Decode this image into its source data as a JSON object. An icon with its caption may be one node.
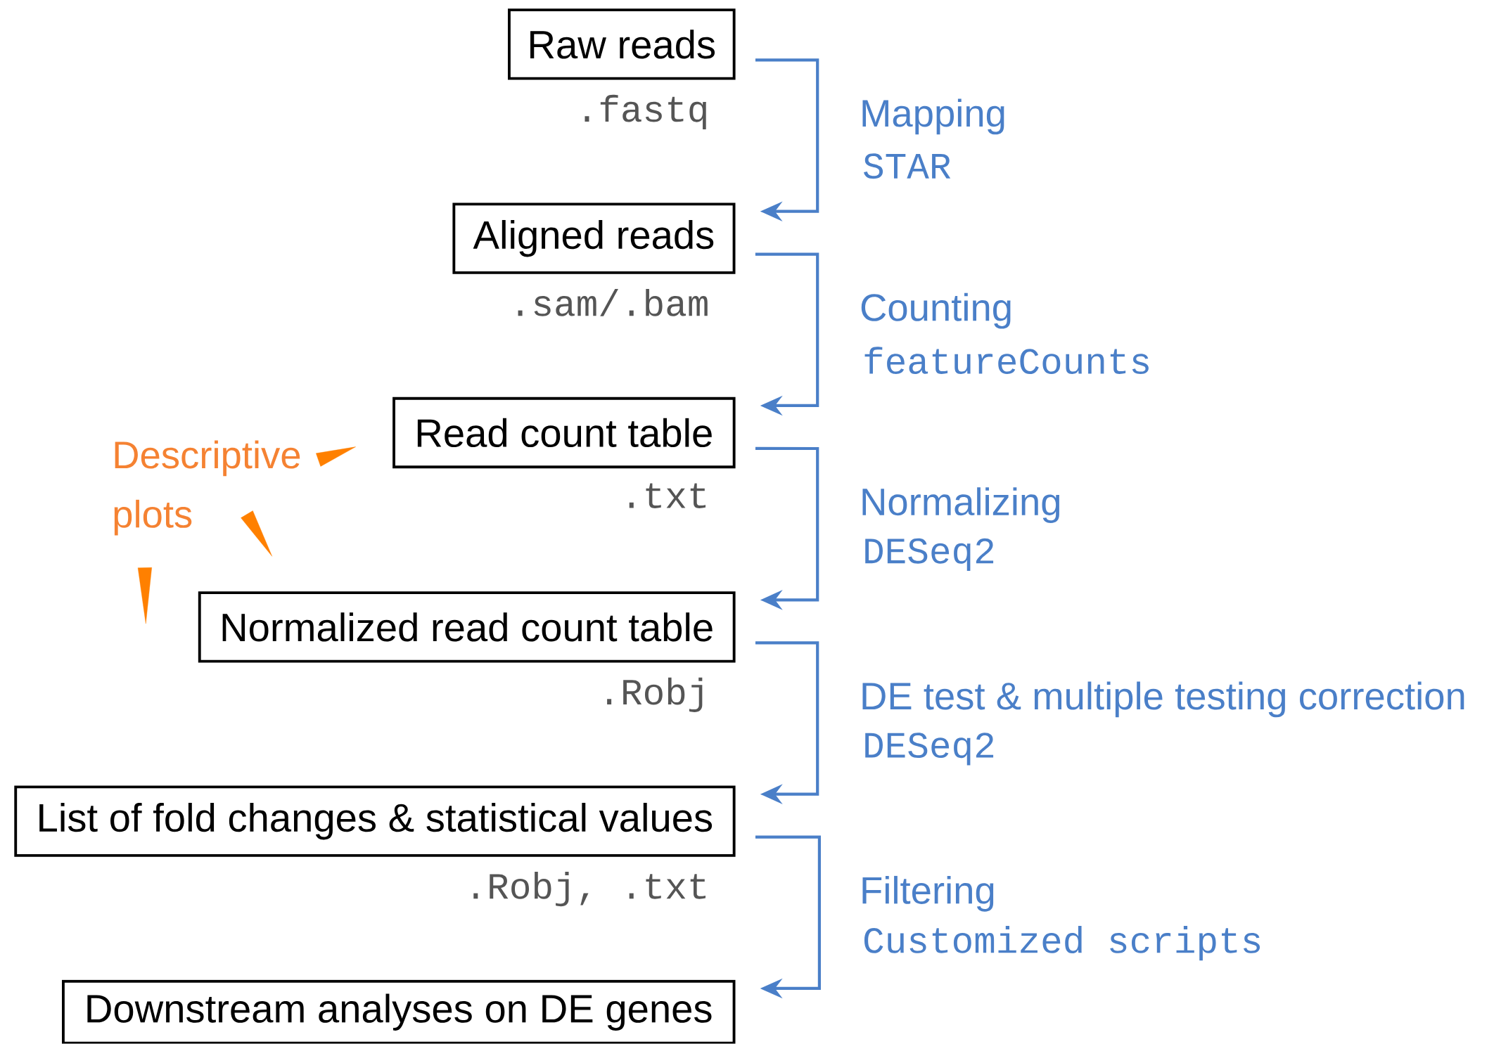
{
  "diagram": {
    "nodes": [
      {
        "text": [
          "Raw reads"
        ],
        "beside": [
          ".fastq"
        ]
      },
      {
        "text": [
          "Aligned reads"
        ],
        "beside": [
          ".sam/.bam"
        ]
      },
      {
        "text": [
          "Read count table"
        ],
        "beside": [
          ".txt"
        ]
      },
      {
        "text": [
          "Normalized read count table"
        ],
        "beside": [
          ".Robj"
        ]
      },
      {
        "text": [
          "List of fold changes & statistical values"
        ],
        "beside": [
          ".Robj,  .txt"
        ]
      },
      {
        "text": [
          "Downstream analyses on DE genes"
        ]
      },
      {
        "text": [
          "Descriptive plots"
        ]
      }
    ],
    "edges": [
      {
        "from": 0,
        "to": 1,
        "arrow": "to",
        "label": "Mapping"
      },
      {
        "from": 1,
        "to": 2,
        "arrow": "to",
        "label": "Counting"
      },
      {
        "from": 2,
        "to": 3,
        "arrow": "to",
        "label": "Normalizing"
      },
      {
        "from": 3,
        "to": 4,
        "arrow": "to",
        "label": "DE test & multiple testing correction"
      },
      {
        "from": 4,
        "to": 5,
        "arrow": "to",
        "label": "Filtering"
      },
      {
        "from": 6,
        "to": null,
        "arrow": "to",
        "color": "#ff8000"
      },
      {
        "from": 6,
        "to": null,
        "arrow": "to",
        "color": "#ff8000"
      },
      {
        "from": 6,
        "to": null,
        "arrow": "to",
        "color": "#ff8000"
      }
    ],
    "labels": [
      "STAR",
      "featureCounts",
      "DESeq2",
      "DESeq2",
      "Customized scripts"
    ]
  }
}
